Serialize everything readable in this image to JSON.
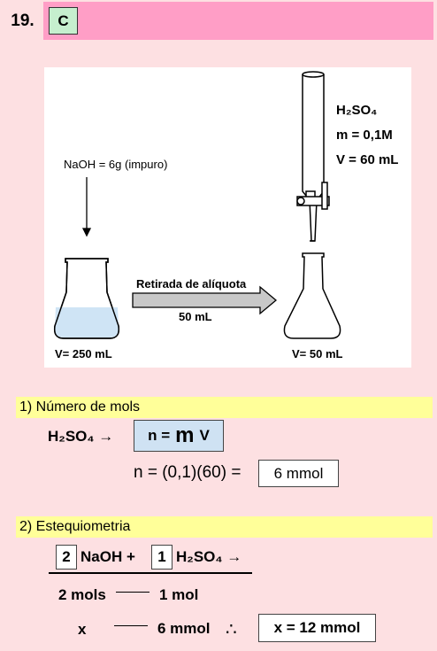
{
  "header": {
    "number": "19.",
    "answer": "C"
  },
  "figure": {
    "naoh_label": "NaOH = 6g (impuro)",
    "h2so4_formula": "H₂SO₄",
    "h2so4_m": "m = 0,1M",
    "h2so4_v": "V = 60 mL",
    "transfer_label": "Retirada de alíquota",
    "transfer_volume": "50 mL",
    "flask1_volume": "V= 250 mL",
    "flask2_volume": "V= 50 mL"
  },
  "section1": {
    "title": "1) Número de mols",
    "reactant": "H₂SO₄ →",
    "formula_n": "n =",
    "formula_m": "m",
    "formula_v": "V",
    "calc": "n = (0,1)(60) =",
    "result": "6 mmol"
  },
  "section2": {
    "title": "2) Estequiometria",
    "coef1": "2",
    "species1": "NaOH +",
    "coef2": "1",
    "species2": "H₂SO₄ →",
    "row1_left": "2 mols",
    "row1_right": "1 mol",
    "row2_left": "x",
    "row2_right": "6 mmol",
    "therefore": "∴",
    "result": "x = 12 mmol"
  },
  "colors": {
    "background": "#fde0e2",
    "header_bar": "#ff9ec6",
    "answer_box": "#c6efce",
    "section_heading": "#ffff99",
    "formula_box": "#cfe2f3",
    "liquid": "#cfe4f5"
  }
}
